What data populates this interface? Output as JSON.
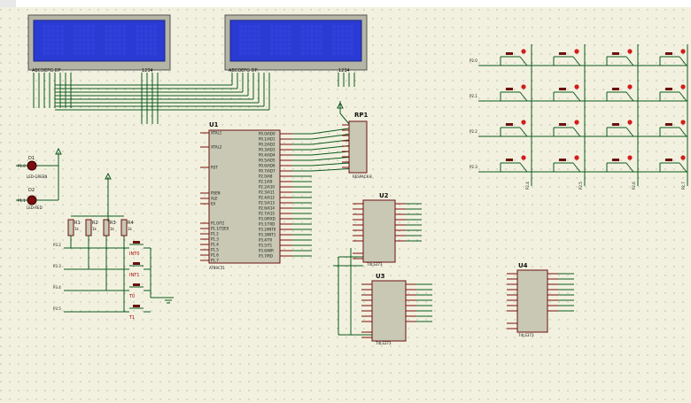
{
  "toolbar_hint": "",
  "lcd_left": {
    "pins_label": "ABCDEFG DP",
    "digits_label": "1234"
  },
  "lcd_right": {
    "pins_label": "ABCDEFG DP",
    "digits_label": "1234"
  },
  "u1": {
    "name": "U1",
    "type": "AT89C51",
    "left_pins": [
      "XTAL1",
      "XTAL2",
      "RST",
      "PSEN",
      "ALE",
      "EA",
      "P1.0/T2",
      "P1.1/T2EX",
      "P1.2",
      "P1.3",
      "P1.4",
      "P1.5",
      "P1.6",
      "P1.7"
    ],
    "right_pins": [
      "P0.0/AD0",
      "P0.1/AD1",
      "P0.2/AD2",
      "P0.3/AD3",
      "P0.4/AD4",
      "P0.5/AD5",
      "P0.6/AD6",
      "P0.7/AD7",
      "P2.0/A8",
      "P2.1/A9",
      "P2.2/A10",
      "P2.3/A11",
      "P2.4/A12",
      "P2.5/A13",
      "P2.6/A14",
      "P2.7/A15",
      "P3.0/RXD",
      "P3.1/TXD",
      "P3.2/INT0",
      "P3.3/INT1",
      "P3.4/T0",
      "P3.5/T1",
      "P3.6/WR",
      "P3.7/RD"
    ]
  },
  "rp1": {
    "name": "RP1",
    "type": "RESPACK-8"
  },
  "u2": {
    "name": "U2",
    "type": "74LS373"
  },
  "u3": {
    "name": "U3",
    "type": "74LS373"
  },
  "u4": {
    "name": "U4",
    "type": "74LS373"
  },
  "leds": [
    {
      "ref": "D1",
      "type": "LED-GREEN",
      "net": "P1.0"
    },
    {
      "ref": "D2",
      "type": "LED-RED",
      "net": "P1.1"
    }
  ],
  "resistors": [
    {
      "ref": "R1",
      "value": "1k"
    },
    {
      "ref": "R2",
      "value": "1k"
    },
    {
      "ref": "R3",
      "value": "1k"
    },
    {
      "ref": "R4",
      "value": "1k"
    }
  ],
  "switches": [
    {
      "net": "P3.2",
      "label": "INT0"
    },
    {
      "net": "P3.3",
      "label": "INT1"
    },
    {
      "net": "P3.4",
      "label": "T0"
    },
    {
      "net": "P3.5",
      "label": "T1"
    }
  ],
  "keypad_rows": [
    "P2.0",
    "P2.1",
    "P2.2",
    "P2.3"
  ],
  "keypad_cols": [
    "P2.4",
    "P2.5",
    "P2.6",
    "P2.7"
  ],
  "note_bottom": "",
  "note_right": ""
}
